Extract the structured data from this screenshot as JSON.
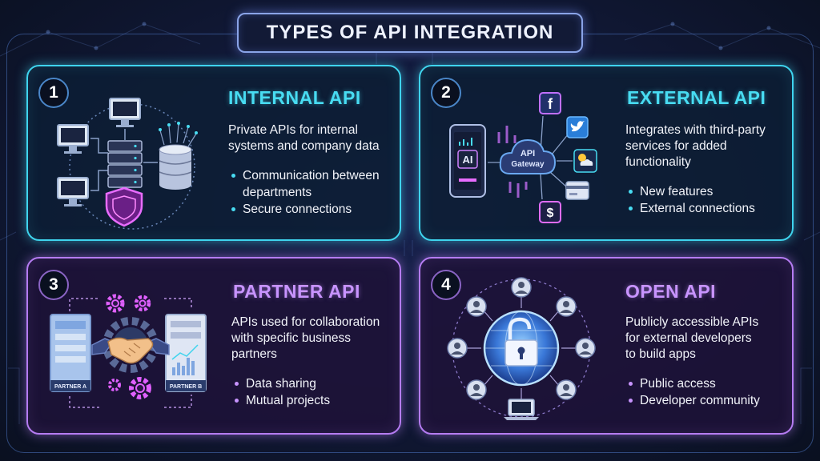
{
  "title": "TYPES OF API INTEGRATION",
  "cards": [
    {
      "number": "1",
      "heading": "INTERNAL API",
      "description": [
        "Private APIs for internal",
        "systems and company data"
      ],
      "bullets": [
        [
          "Communication between",
          "departments"
        ],
        [
          "Secure connections"
        ]
      ],
      "accent": "#48dcf2"
    },
    {
      "number": "2",
      "heading": "EXTERNAL API",
      "description": [
        "Integrates with third-party",
        "services for added",
        "functionality"
      ],
      "bullets": [
        [
          "New features"
        ],
        [
          "External connections"
        ]
      ],
      "illustration": {
        "phone_label": "AI",
        "cloud_label": [
          "API",
          "Gateway"
        ]
      },
      "accent": "#48dcf2"
    },
    {
      "number": "3",
      "heading": "PARTNER API",
      "description": [
        "APIs used for collaboration",
        "with specific business",
        "partners"
      ],
      "bullets": [
        [
          "Data sharing"
        ],
        [
          "Mutual projects"
        ]
      ],
      "illustration": {
        "left_doc_label": "PARTNER A",
        "right_doc_label": "PARTNER B"
      },
      "accent": "#c894ff"
    },
    {
      "number": "4",
      "heading": "OPEN API",
      "description": [
        "Publicly accessible APIs",
        "for external developers",
        "to build apps"
      ],
      "bullets": [
        [
          "Public access"
        ],
        [
          "Developer community"
        ]
      ],
      "accent": "#c894ff"
    }
  ],
  "icons": [
    "monitor-icon",
    "server-icon",
    "database-icon",
    "shield-icon",
    "phone-icon",
    "cloud-icon",
    "facebook-icon",
    "twitter-icon",
    "weather-icon",
    "credit-card-icon",
    "dollar-icon",
    "gear-icon",
    "handshake-icon",
    "document-icon",
    "globe-icon",
    "padlock-icon",
    "user-avatar-icon",
    "laptop-icon"
  ],
  "colors": {
    "teal": "#3fd4ee",
    "purple": "#b57cf2",
    "background": "#0b1122"
  }
}
